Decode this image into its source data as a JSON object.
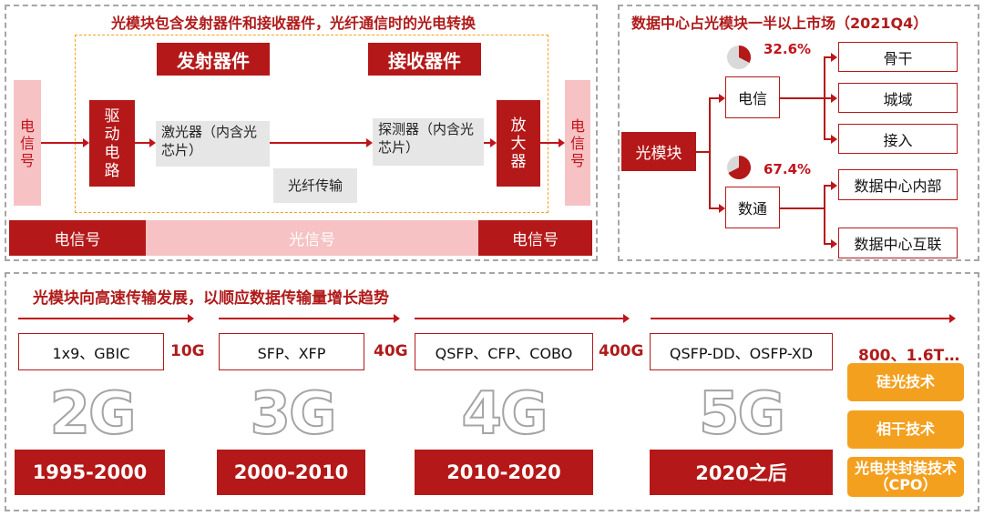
{
  "top_left": {
    "title": "光模块包含发射器件和接收器件，光纤通信时的光电转换",
    "transmit_label": "发射器件",
    "receive_label": "接收器件",
    "signal_left": "电信号",
    "driver": "驱动电路",
    "laser": "激光器（内含光芯片）",
    "fiber": "光纤传输",
    "detector": "探测器（内含光芯片）",
    "amplifier": "放大器",
    "signal_right": "电信号",
    "bar_left": "电信号",
    "bar_mid": "光信号",
    "bar_right": "电信号"
  },
  "top_right": {
    "title": "数据中心占光模块一半以上市场（2021Q4）",
    "root": "光模块",
    "telecom": {
      "label": "电信",
      "pct_label": "32.6%",
      "pct": 32.6
    },
    "datacom": {
      "label": "数通",
      "pct_label": "67.4%",
      "pct": 67.4
    },
    "telecom_children": [
      "骨干",
      "城域",
      "接入"
    ],
    "datacom_children": [
      "数据中心内部",
      "数据中心互联"
    ]
  },
  "bottom": {
    "title": "光模块向高速传输发展，以顺应数据传输量增长趋势",
    "eras": [
      {
        "packages": "1x9、GBIC",
        "generation": "2G",
        "period": "1995-2000"
      },
      {
        "packages": "SFP、XFP",
        "generation": "3G",
        "period": "2000-2010"
      },
      {
        "packages": "QSFP、CFP、COBO",
        "generation": "4G",
        "period": "2010-2020"
      },
      {
        "packages": "QSFP-DD、OSFP-XD",
        "generation": "5G",
        "period": "2020之后"
      }
    ],
    "speeds": [
      "10G",
      "40G",
      "400G",
      "800、1.6T…"
    ],
    "technologies": [
      "硅光技术",
      "相干技术",
      "光电共封装技术（CPO）"
    ]
  },
  "colors": {
    "accent": "#b41818",
    "pink": "#f6c2c4",
    "orange": "#f4a01f"
  }
}
